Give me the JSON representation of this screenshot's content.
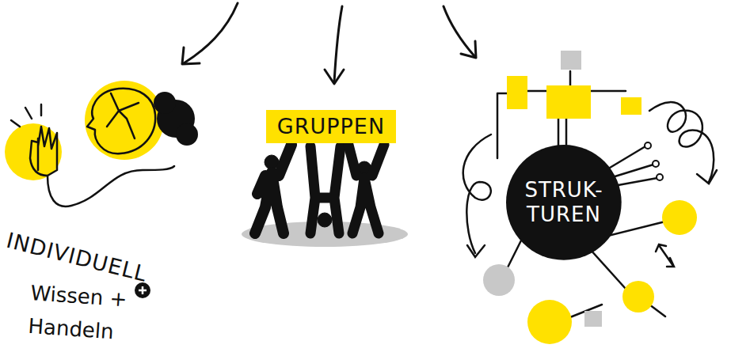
{
  "diagram": {
    "nodes": [
      {
        "text": [
          "GRUPPEN"
        ]
      },
      {
        "text": [
          "STRUK- TUREN"
        ]
      }
    ],
    "labels": [
      "INDIVIDUELL",
      "Wissen + Handeln"
    ]
  }
}
